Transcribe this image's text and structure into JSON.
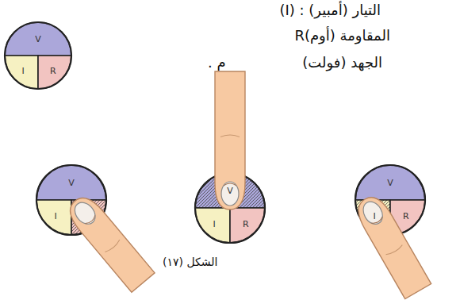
{
  "diagram": {
    "caption": "الشكل (١٧)",
    "nodes": [
      {
        "text": [
          "V",
          "I",
          "R"
        ]
      },
      {
        "text": [
          "V",
          "I"
        ]
      },
      {
        "text": [
          "V",
          "I",
          "R"
        ]
      },
      {
        "text": [
          "V",
          "I",
          "R"
        ]
      }
    ],
    "labels": [
      "التيار (أمبير) : (I)",
      "المقاومة (أوم)R",
      "الجهد (فولت)",
      "م ."
    ]
  }
}
